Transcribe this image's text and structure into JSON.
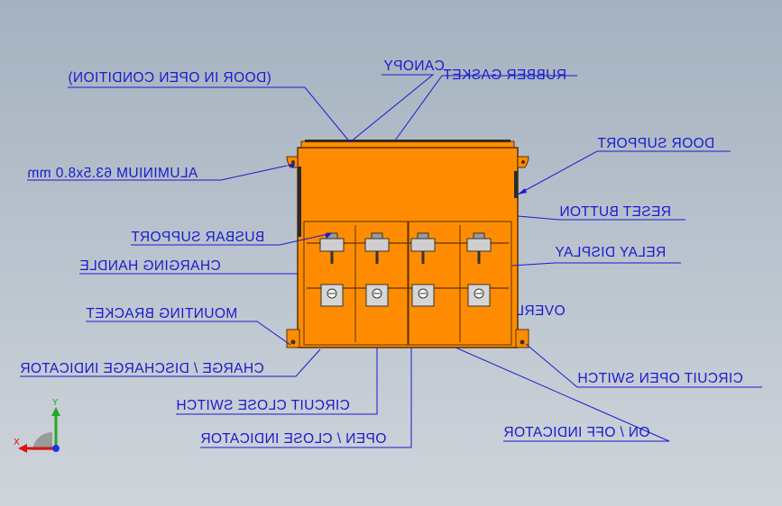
{
  "labels": {
    "door_in_open_condition": "(DOOR IN OPEN CONDITION)",
    "canopy": "CANOPY",
    "rubber_gasket": "RUBBER GASKET",
    "door_support": "DOOR SUPPORT",
    "aluminium": "ALUMINIUM 63.5x8.0 mm",
    "reset_button": "RESET BUTTON",
    "busbar_support": "BUSBAR SUPPORT",
    "relay_display": "RELAY DISPLAY",
    "charging_handle": "CHARGING HANDLE",
    "overload": "OVERL",
    "mounting_bracket": "MOUNTING BRACKET",
    "charge_discharge_indicator": "CHARGE / DISCHARGE INDICATOR",
    "circuit_open_switch": "CIRCUIT OPEN SWITCH",
    "circuit_close_switch": "CIRCUIT CLOSE SWITCH",
    "on_off_indicator": "ON / OFF INDICATOR",
    "open_close_indicator": "OPEN / CLOSE INDICATOR"
  },
  "triad": {
    "x_label": "X",
    "y_label": "Y"
  },
  "colors": {
    "leader_line": "#1a1ad0",
    "label_text": "#1a1ad0",
    "enclosure_orange": "#ff8c00",
    "enclosure_edge": "#5a3000",
    "background_top": "#a4b1bf",
    "background_bottom": "#cfd4da"
  }
}
